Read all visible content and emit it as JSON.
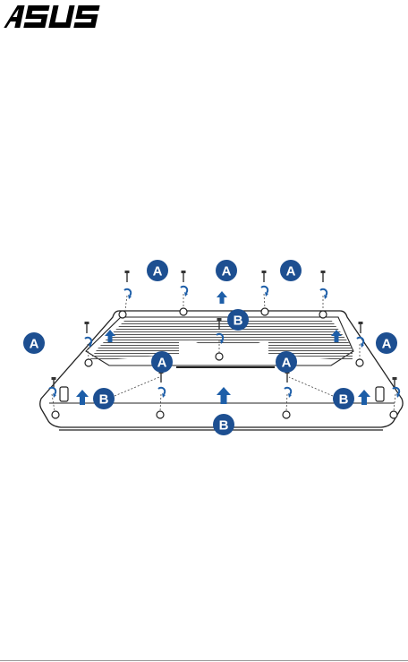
{
  "brand": {
    "logo_text": "ASUS"
  },
  "diagram": {
    "label_a": "A",
    "label_b": "B",
    "colors": {
      "callout": "#1d4f91",
      "arrow": "#1d5ea8",
      "outline": "#222222",
      "vent": "#555555"
    }
  }
}
